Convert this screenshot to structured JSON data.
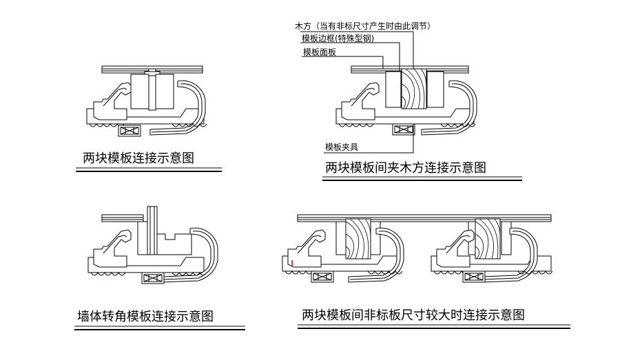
{
  "captions": {
    "two_panels": "两块模板连接示意图",
    "with_timber": "两块模板间夹木方连接示意图",
    "wall_corner": "墙体转角模板连接示意图",
    "non_standard": "两块模板间非标板尺寸较大时连接示意图"
  },
  "labels": {
    "timber": "木方（当有非标尺寸产生时由此调节）",
    "frame": "模板边框(特殊型钢)",
    "face": "模板面板",
    "clamp": "模板夹具"
  }
}
